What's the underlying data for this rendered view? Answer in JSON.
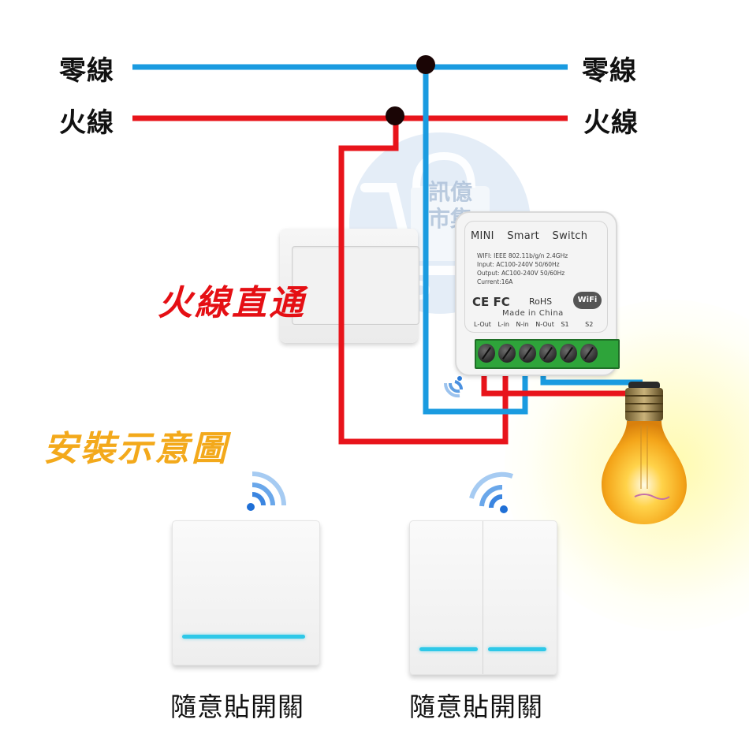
{
  "wires": {
    "neutral": {
      "label_left": "零線",
      "label_right": "零線",
      "color": "#1a9be0"
    },
    "live": {
      "label_left": "火線",
      "label_right": "火線",
      "color": "#e8141b"
    }
  },
  "watermark": {
    "line1": "訊億",
    "line2": "市集"
  },
  "module": {
    "title_words": [
      "MINI",
      "Smart",
      "Switch"
    ],
    "specs": [
      "WIFI: IEEE 802.11b/g/n 2.4GHz",
      "Input: AC100-240V 50/60Hz",
      "Output:  AC100-240V 50/60Hz",
      "Current:16A"
    ],
    "certs": "CE  FC",
    "rohs": "RoHS",
    "wifi_badge": "WiFi",
    "made_in": "Made in China",
    "terminals": [
      "L-Out",
      "L-in",
      "N-in",
      "N-Out",
      "S1",
      "S2"
    ]
  },
  "annotations": {
    "live_direct": "火線直通",
    "install_diagram": "安裝示意圖"
  },
  "remotes": [
    {
      "type": "single-gang",
      "caption": "隨意貼開關"
    },
    {
      "type": "double-gang",
      "caption": "隨意貼開關"
    }
  ],
  "colors": {
    "neutral_wire": "#1a9be0",
    "live_wire": "#e8141b",
    "annotation_red": "#e50f14",
    "annotation_orange": "#f3a91b",
    "led": "#2ec8e8",
    "terminal_green": "#2ea43a"
  }
}
